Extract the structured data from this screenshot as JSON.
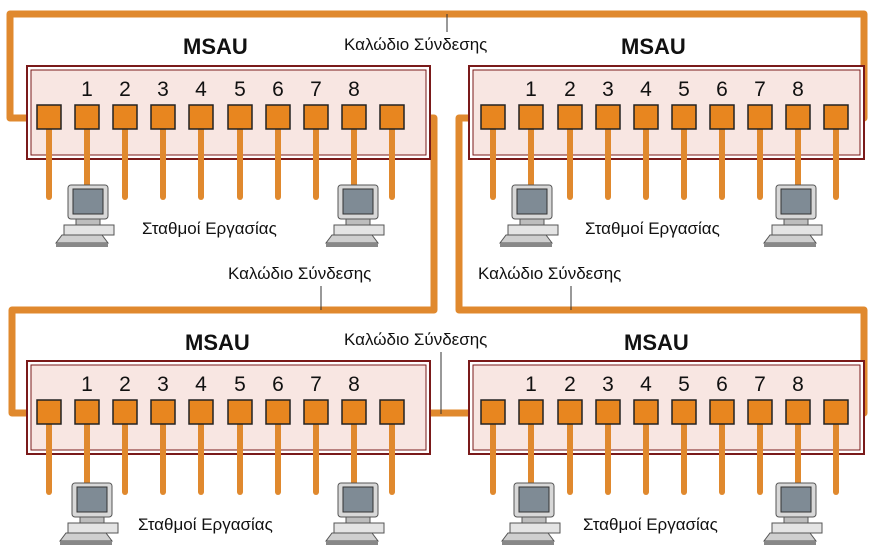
{
  "units": [
    {
      "title": "MSAU",
      "ports": [
        "1",
        "2",
        "3",
        "4",
        "5",
        "6",
        "7",
        "8"
      ],
      "workstations": "Σταθμοί Εργασίας"
    },
    {
      "title": "MSAU",
      "ports": [
        "1",
        "2",
        "3",
        "4",
        "5",
        "6",
        "7",
        "8"
      ],
      "workstations": "Σταθμοί Εργασίας"
    },
    {
      "title": "MSAU",
      "ports": [
        "1",
        "2",
        "3",
        "4",
        "5",
        "6",
        "7",
        "8"
      ],
      "workstations": "Σταθμοί Εργασίας"
    },
    {
      "title": "MSAU",
      "ports": [
        "1",
        "2",
        "3",
        "4",
        "5",
        "6",
        "7",
        "8"
      ],
      "workstations": "Σταθμοί Εργασίας"
    }
  ],
  "cables": {
    "top": "Καλώδιο Σύνδεσης",
    "mid_left": "Καλώδιο Σύνδεσης",
    "mid_right": "Καλώδιο Σύνδεσης",
    "bottom": "Καλώδιο Σύνδεσης"
  },
  "colors": {
    "cable": "#e0892e",
    "port_fill": "#e8861f",
    "panel_fill": "#f8e6e2",
    "panel_border": "#7a1a1a"
  },
  "icons": [
    "computer-icon"
  ]
}
